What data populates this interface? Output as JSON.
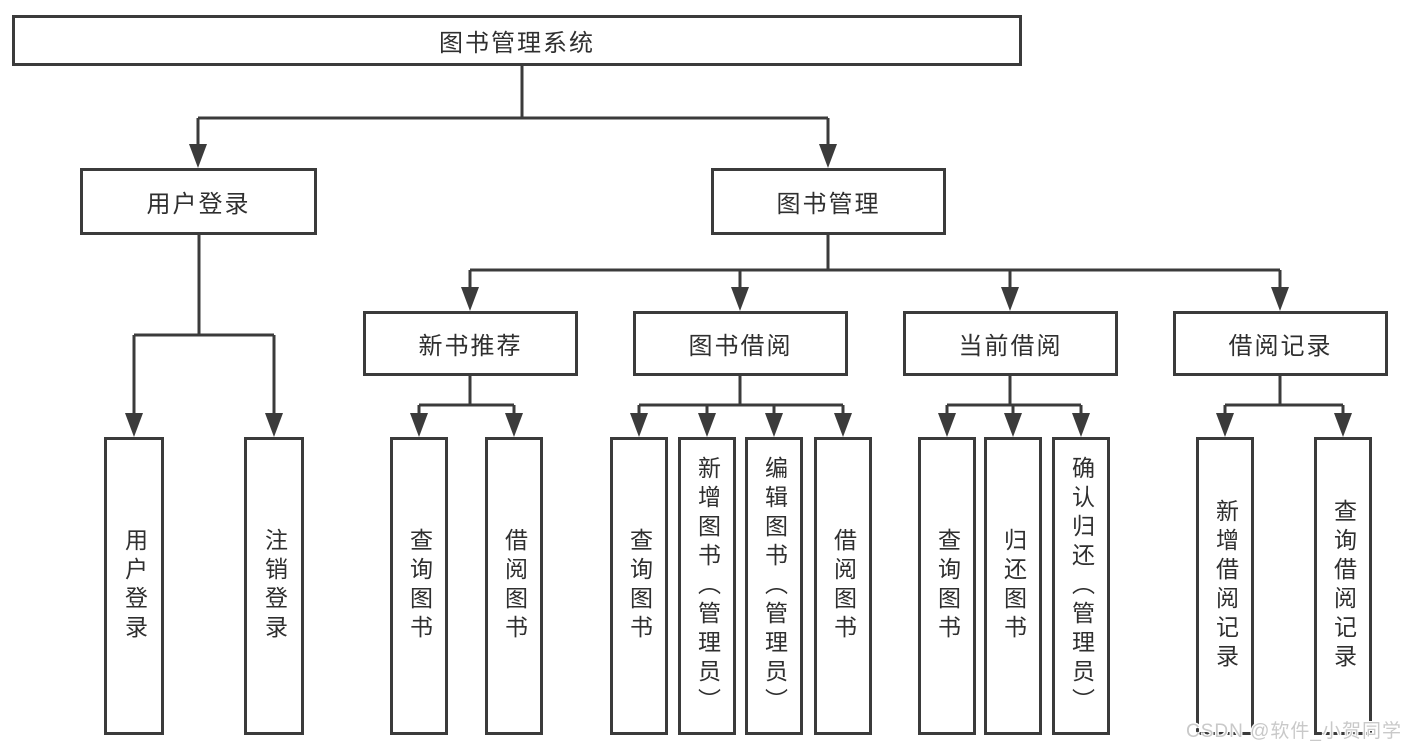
{
  "tree": {
    "label": "图书管理系统",
    "children": [
      {
        "label": "用户登录",
        "children": [
          {
            "label": "用户登录"
          },
          {
            "label": "注销登录"
          }
        ]
      },
      {
        "label": "图书管理",
        "children": [
          {
            "label": "新书推荐",
            "children": [
              {
                "label": "查询图书"
              },
              {
                "label": "借阅图书"
              }
            ]
          },
          {
            "label": "图书借阅",
            "children": [
              {
                "label": "查询图书"
              },
              {
                "label": "新增图书（管理员）"
              },
              {
                "label": "编辑图书（管理员）"
              },
              {
                "label": "借阅图书"
              }
            ]
          },
          {
            "label": "当前借阅",
            "children": [
              {
                "label": "查询图书"
              },
              {
                "label": "归还图书"
              },
              {
                "label": "确认归还（管理员）"
              }
            ]
          },
          {
            "label": "借阅记录",
            "children": [
              {
                "label": "新增借阅记录"
              },
              {
                "label": "查询借阅记录"
              }
            ]
          }
        ]
      }
    ]
  },
  "watermark": {
    "text": "CSDN @软件_小贺同学"
  },
  "colors": {
    "line": "#3b3b3b",
    "box_border": "#3b3b3b",
    "box_background": "#ffffff",
    "text": "#2f2f2f",
    "watermark": "#c9c9c9",
    "page_background": "#ffffff"
  }
}
